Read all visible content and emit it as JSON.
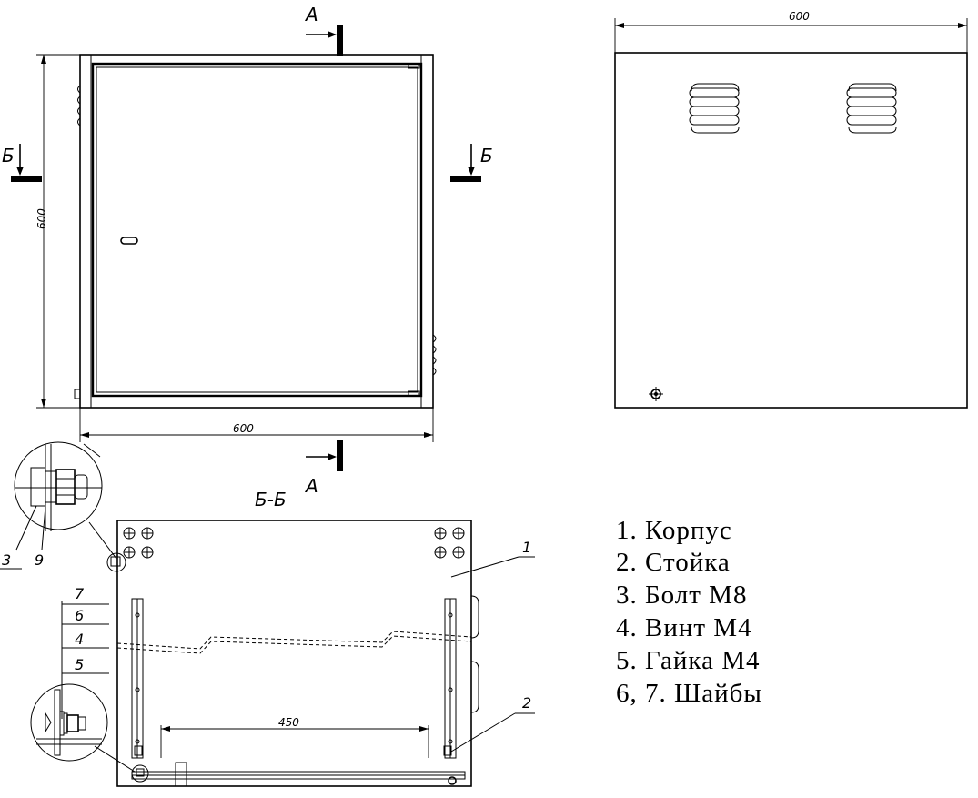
{
  "front_view": {
    "dim_width": "600",
    "dim_height": "600",
    "section_a": "А",
    "section_b": "Б"
  },
  "side_view": {
    "dim_width": "600"
  },
  "section_view": {
    "title": "Б-Б",
    "dim_inner": "450",
    "callout_1": "1",
    "callout_2": "2",
    "callout_3": "3",
    "callout_9": "9",
    "callout_7": "7",
    "callout_6": "6",
    "callout_4": "4",
    "callout_5": "5"
  },
  "legend": [
    "1. Корпус",
    "2. Стойка",
    "3. Болт М8",
    "4. Винт М4",
    "5. Гайка М4",
    "6, 7. Шайбы"
  ]
}
